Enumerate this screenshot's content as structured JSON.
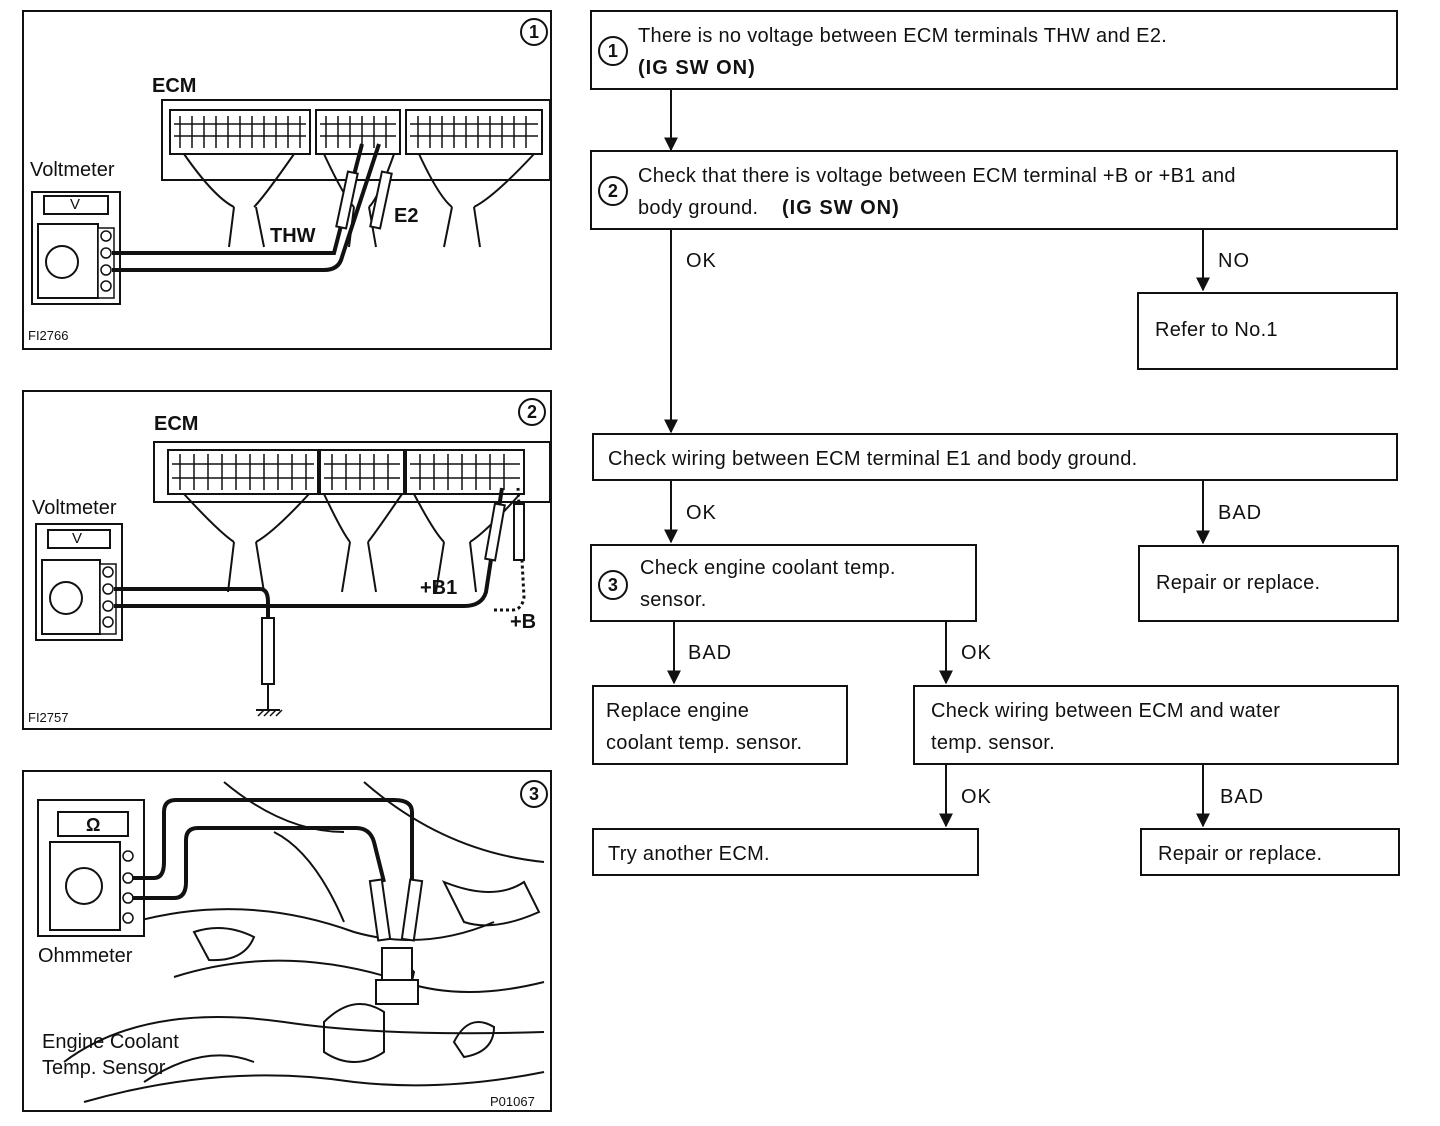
{
  "panels": {
    "p1": {
      "number": "1",
      "ecm_label": "ECM",
      "meter_label": "Voltmeter",
      "meter_scale": "V",
      "probe_a": "THW",
      "probe_b": "E2",
      "figure_code": "FI2766"
    },
    "p2": {
      "number": "2",
      "ecm_label": "ECM",
      "meter_label": "Voltmeter",
      "meter_scale": "V",
      "probe_a": "+B1",
      "probe_b": "+B",
      "figure_code": "FI2757"
    },
    "p3": {
      "number": "3",
      "meter_label": "Ohmmeter",
      "meter_scale": "Ω",
      "sensor_label_1": "Engine Coolant",
      "sensor_label_2": "Temp. Sensor",
      "figure_code": "P01067"
    }
  },
  "flow": {
    "step1": {
      "number": "1",
      "line1": "There is no voltage between ECM terminals THW and E2.",
      "line2": "(IG SW ON)"
    },
    "step2": {
      "number": "2",
      "line1": "Check that there is voltage between ECM terminal +B or +B1 and",
      "line2a": "body ground.",
      "line2b": "(IG SW ON)"
    },
    "refer": "Refer to No.1",
    "check_e1": "Check wiring between ECM terminal E1 and body ground.",
    "step3": {
      "number": "3",
      "line1": "Check engine coolant temp.",
      "line2": "sensor."
    },
    "repair1": "Repair or replace.",
    "replace_sensor_1": "Replace engine",
    "replace_sensor_2": "coolant temp. sensor.",
    "check_wiring_1": "Check wiring between ECM and water",
    "check_wiring_2": "temp. sensor.",
    "try_ecm": "Try another ECM.",
    "repair2": "Repair or replace.",
    "labels": {
      "ok_a": "OK",
      "no_a": "NO",
      "ok_b": "OK",
      "bad_b": "BAD",
      "bad_c": "BAD",
      "ok_c": "OK",
      "ok_d": "OK",
      "bad_d": "BAD"
    }
  }
}
